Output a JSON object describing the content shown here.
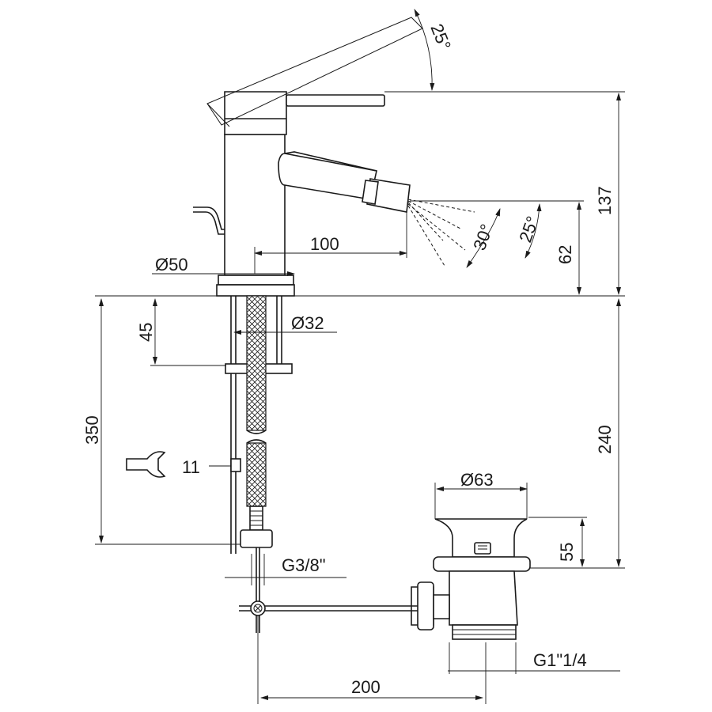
{
  "dimensions": {
    "lever_angle": "25°",
    "height_total": "137",
    "spout_reach": "100",
    "spray_angle_outer": "30°",
    "spray_angle_inner": "25°",
    "spout_height": "62",
    "body_diameter": "Ø50",
    "shank_diameter": "Ø32",
    "deck_thickness": "45",
    "supply_length": "350",
    "wrench_size": "11",
    "below_deck": "240",
    "waste_diameter": "Ø63",
    "waste_height": "55",
    "supply_thread": "G3/8\"",
    "rod_length": "200",
    "waste_thread": "G1\"1/4"
  },
  "icons": {
    "wrench": "wrench-icon"
  }
}
